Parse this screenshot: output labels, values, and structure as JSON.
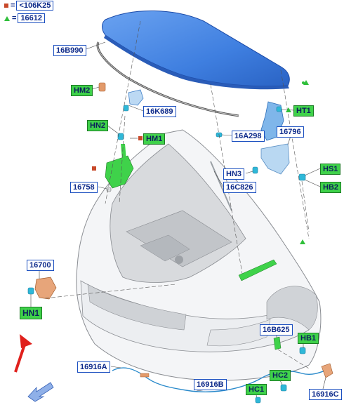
{
  "legend": {
    "square": {
      "eq": "=",
      "code": "<106K25",
      "color": "#c8492a"
    },
    "triangle": {
      "eq": "=",
      "code": "16612",
      "color": "#2fbf3a"
    }
  },
  "callouts": {
    "c16B990": "16B990",
    "cHM2": "HM2",
    "c16K689": "16K689",
    "cHN2": "HN2",
    "cHM1": "HM1",
    "c16A298": "16A298",
    "c16796": "16796",
    "cHT1": "HT1",
    "cHN3": "HN3",
    "c16C826": "16C826",
    "cHS1": "HS1",
    "cHB2": "HB2",
    "c16758": "16758",
    "c16700": "16700",
    "cHN1": "HN1",
    "c16B625": "16B625",
    "cHB1": "HB1",
    "c16916A": "16916A",
    "cHC2": "HC2",
    "c16916B": "16916B",
    "cHC1": "HC1",
    "c16916C": "16916C"
  },
  "colors": {
    "hood": "#3f7fe0",
    "part_green": "#3fd24a",
    "clip_cyan": "#2fb8d8",
    "arrow_red": "#e0201c",
    "nav_arrow": "#8fb0e8",
    "line": "#444444"
  },
  "icons": [
    "red-arrow-icon",
    "navigation-arrow-icon"
  ]
}
